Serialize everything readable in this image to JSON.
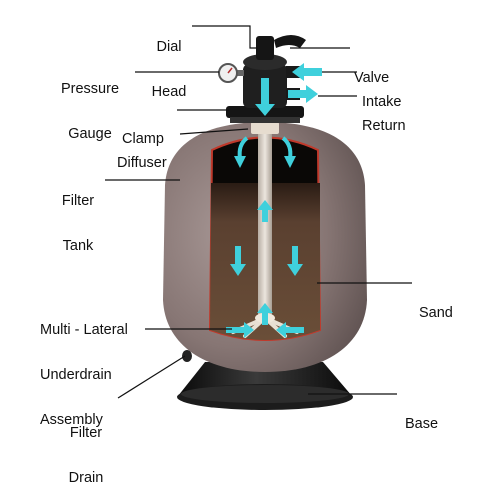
{
  "diagram": {
    "labels": {
      "dial_head": [
        "Dial",
        "Head"
      ],
      "valve": "Valve",
      "pressure_gauge": [
        "Pressure",
        "Gauge"
      ],
      "intake": "Intake",
      "return": "Return",
      "clamp": "Clamp",
      "diffuser": "Diffuser",
      "filter_tank": [
        "Filter",
        "Tank"
      ],
      "sand": "Sand",
      "underdrain": [
        "Multi - Lateral",
        "Underdrain",
        "Assembly"
      ],
      "filter_drain": [
        "Filter",
        "Drain"
      ],
      "base": "Base"
    },
    "colors": {
      "tank_body": "#8a7a78",
      "sand_fill": "#5a4030",
      "cutaway_edge": "#c0392b",
      "flow_arrow": "#3fd0dc",
      "base_plastic": "#1a1a1a",
      "valve_head": "#222222"
    }
  }
}
